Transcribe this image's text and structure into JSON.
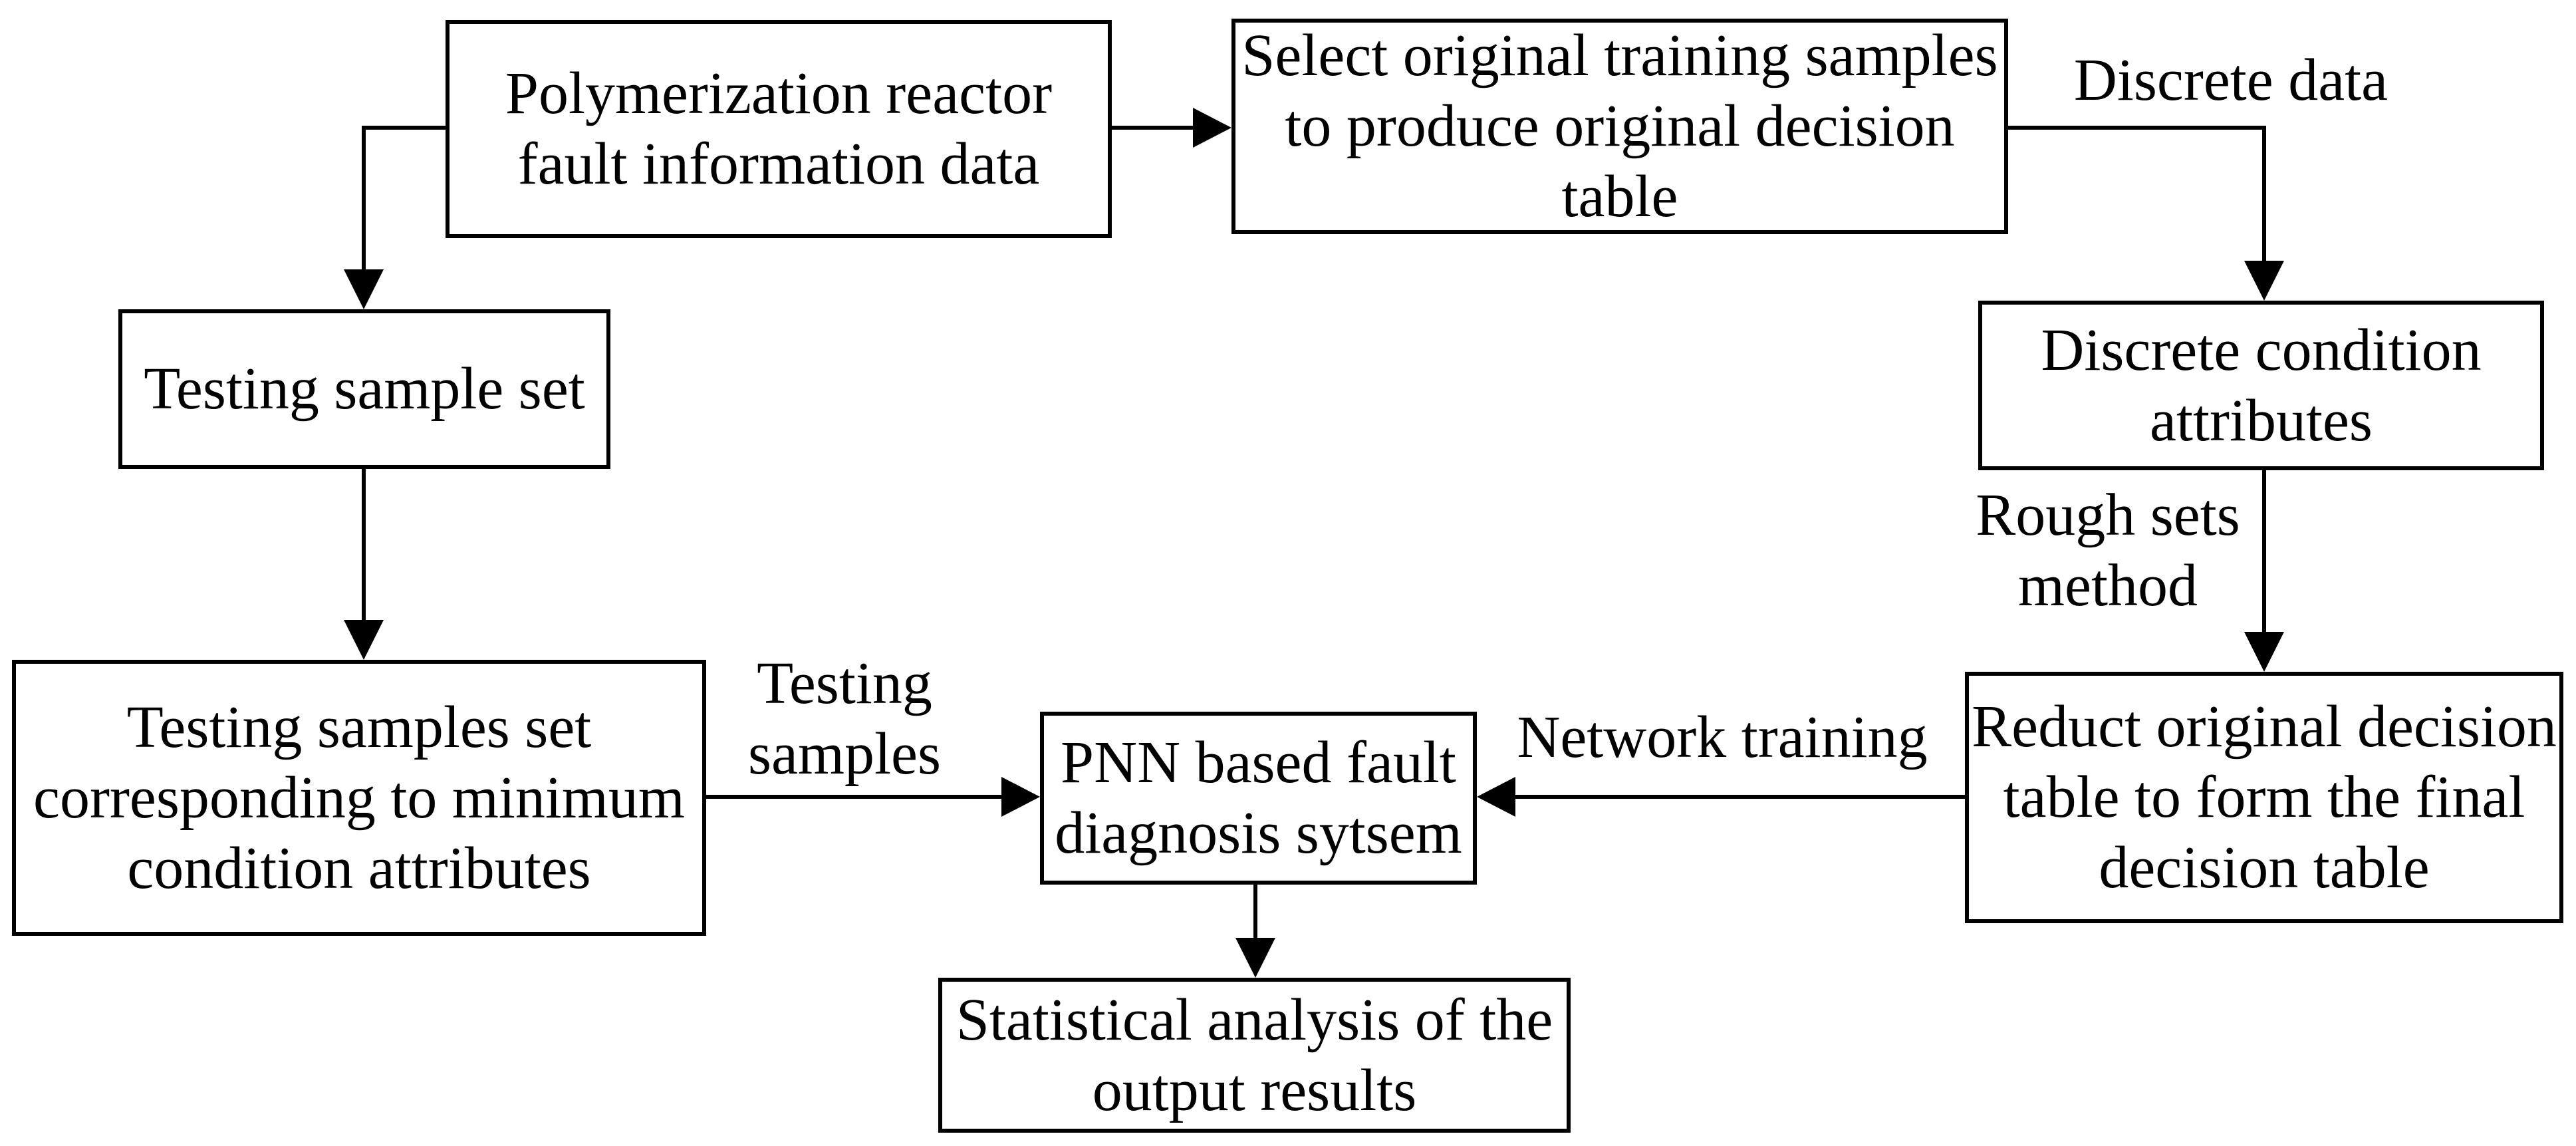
{
  "figure": {
    "title": "Flowchart of PNN based fault diagnosis with rough sets reduction",
    "colors": {
      "ink": "#000000",
      "background": "#ffffff"
    },
    "boxes": {
      "polymerization_reactor": {
        "lines": [
          "Polymerization reactor",
          "fault information data"
        ]
      },
      "select_training_samples": {
        "lines": [
          "Select original training samples",
          "to produce original decision",
          "table"
        ]
      },
      "testing_sample_set": {
        "lines": [
          "Testing sample set"
        ]
      },
      "testing_samples_min": {
        "lines": [
          "Testing samples set",
          "corresponding to minimum",
          "condition attributes"
        ]
      },
      "pnn_system": {
        "lines": [
          "PNN based fault",
          "diagnosis sytsem"
        ]
      },
      "reduct_table": {
        "lines": [
          "Reduct original decision",
          "table to form the final",
          "decision table"
        ]
      },
      "discrete_condition": {
        "lines": [
          "Discrete condition",
          "attributes"
        ]
      },
      "statistical_analysis": {
        "lines": [
          "Statistical analysis of the",
          "output results"
        ]
      }
    },
    "edge_labels": {
      "discrete_data": {
        "lines": [
          "Discrete data"
        ]
      },
      "rough_sets_method": {
        "lines": [
          "Rough sets",
          "method"
        ]
      },
      "testing_samples": {
        "lines": [
          "Testing",
          "samples"
        ]
      },
      "network_training": {
        "lines": [
          "Network training"
        ]
      }
    }
  }
}
